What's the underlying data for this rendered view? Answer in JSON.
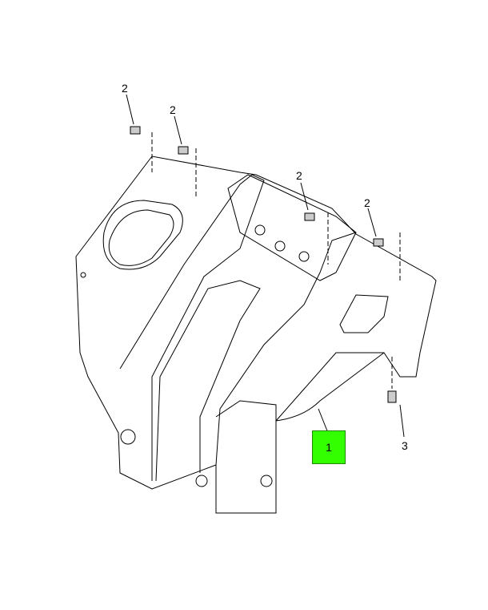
{
  "callouts": {
    "part_1": "1",
    "part_2a": "2",
    "part_2b": "2",
    "part_2c": "2",
    "part_2d": "2",
    "part_3": "3"
  },
  "colors": {
    "highlight": "#33ff00"
  }
}
